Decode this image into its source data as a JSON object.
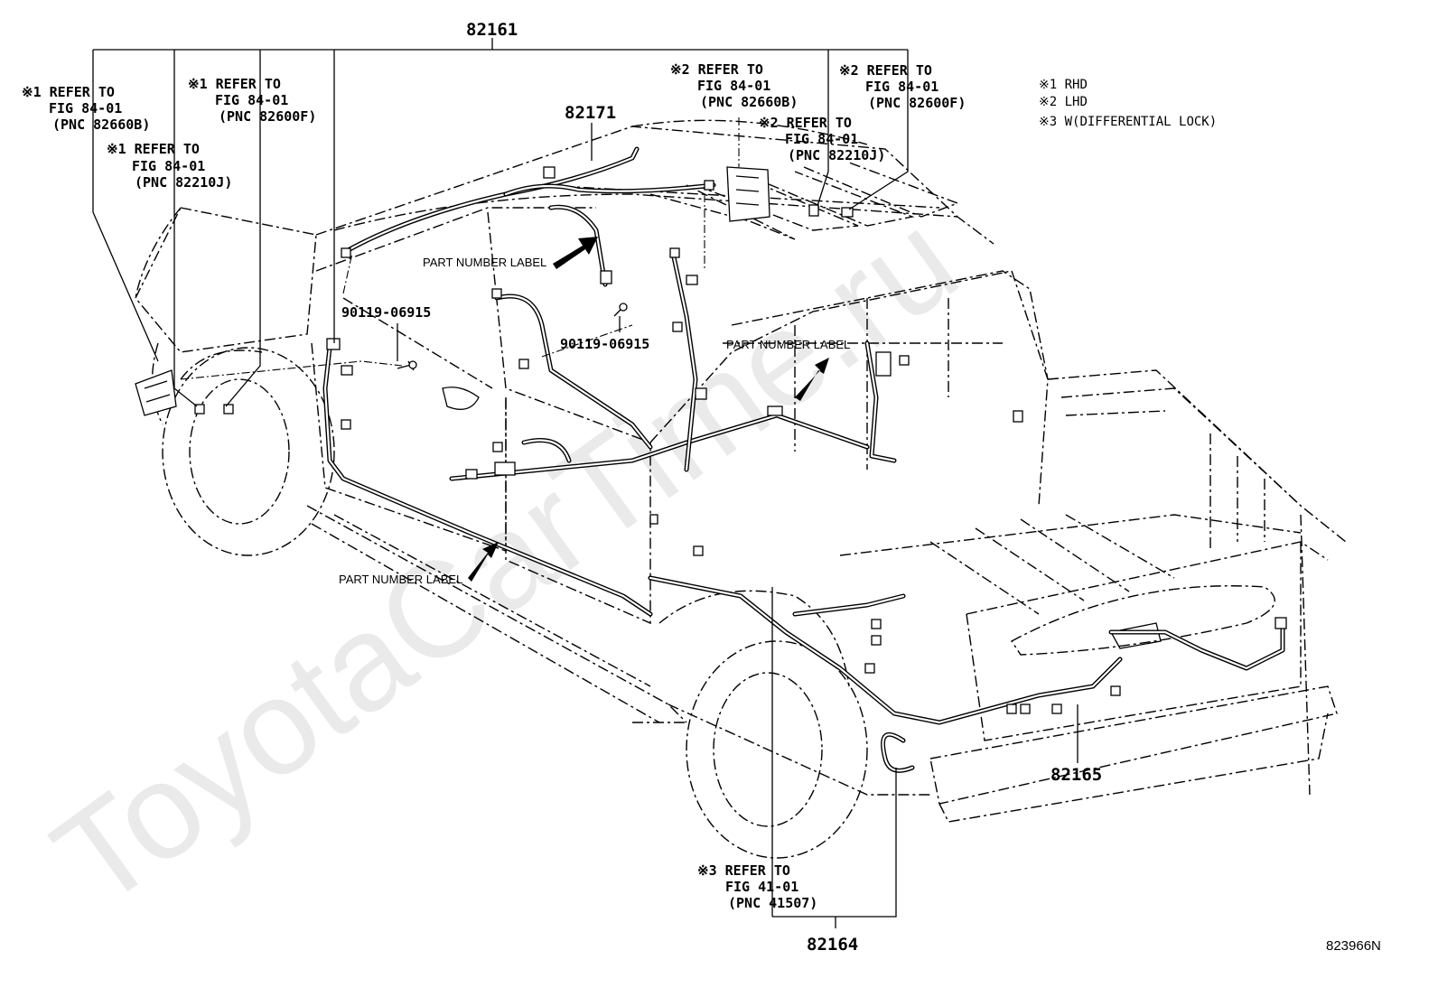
{
  "diagram": {
    "title_part": "82161",
    "part_numbers": {
      "p82171": "82171",
      "p82165": "82165",
      "p82164": "82164",
      "p90119_a": "90119-06915",
      "p90119_b": "90119-06915"
    },
    "refs": {
      "ref_rhd_82660b": [
        "※1 REFER TO",
        "FIG 84-01",
        "(PNC 82660B)"
      ],
      "ref_rhd_82600f": [
        "※1 REFER TO",
        "FIG 84-01",
        "(PNC 82600F)"
      ],
      "ref_rhd_82210j": [
        "※1 REFER TO",
        "FIG 84-01",
        "(PNC 82210J)"
      ],
      "ref_lhd_82660b": [
        "※2 REFER TO",
        "FIG 84-01",
        "(PNC 82660B)"
      ],
      "ref_lhd_82210j": [
        "※2 REFER TO",
        "FIG 84-01",
        "(PNC 82210J)"
      ],
      "ref_lhd_82600f": [
        "※2 REFER TO",
        "FIG 84-01",
        "(PNC 82600F)"
      ],
      "ref_dl_41507": [
        "※3 REFER TO",
        "FIG 41-01",
        "(PNC 41507)"
      ]
    },
    "legend": [
      "※1 RHD",
      "※2 LHD",
      "※3 W(DIFFERENTIAL LOCK)"
    ],
    "label_text": {
      "part_number_label_1": "PART NUMBER LABEL",
      "part_number_label_2": "PART NUMBER LABEL",
      "part_number_label_3": "PART NUMBER LABEL"
    },
    "figure_code": "823966N",
    "watermark": "ToyotaCarTime.ru"
  }
}
